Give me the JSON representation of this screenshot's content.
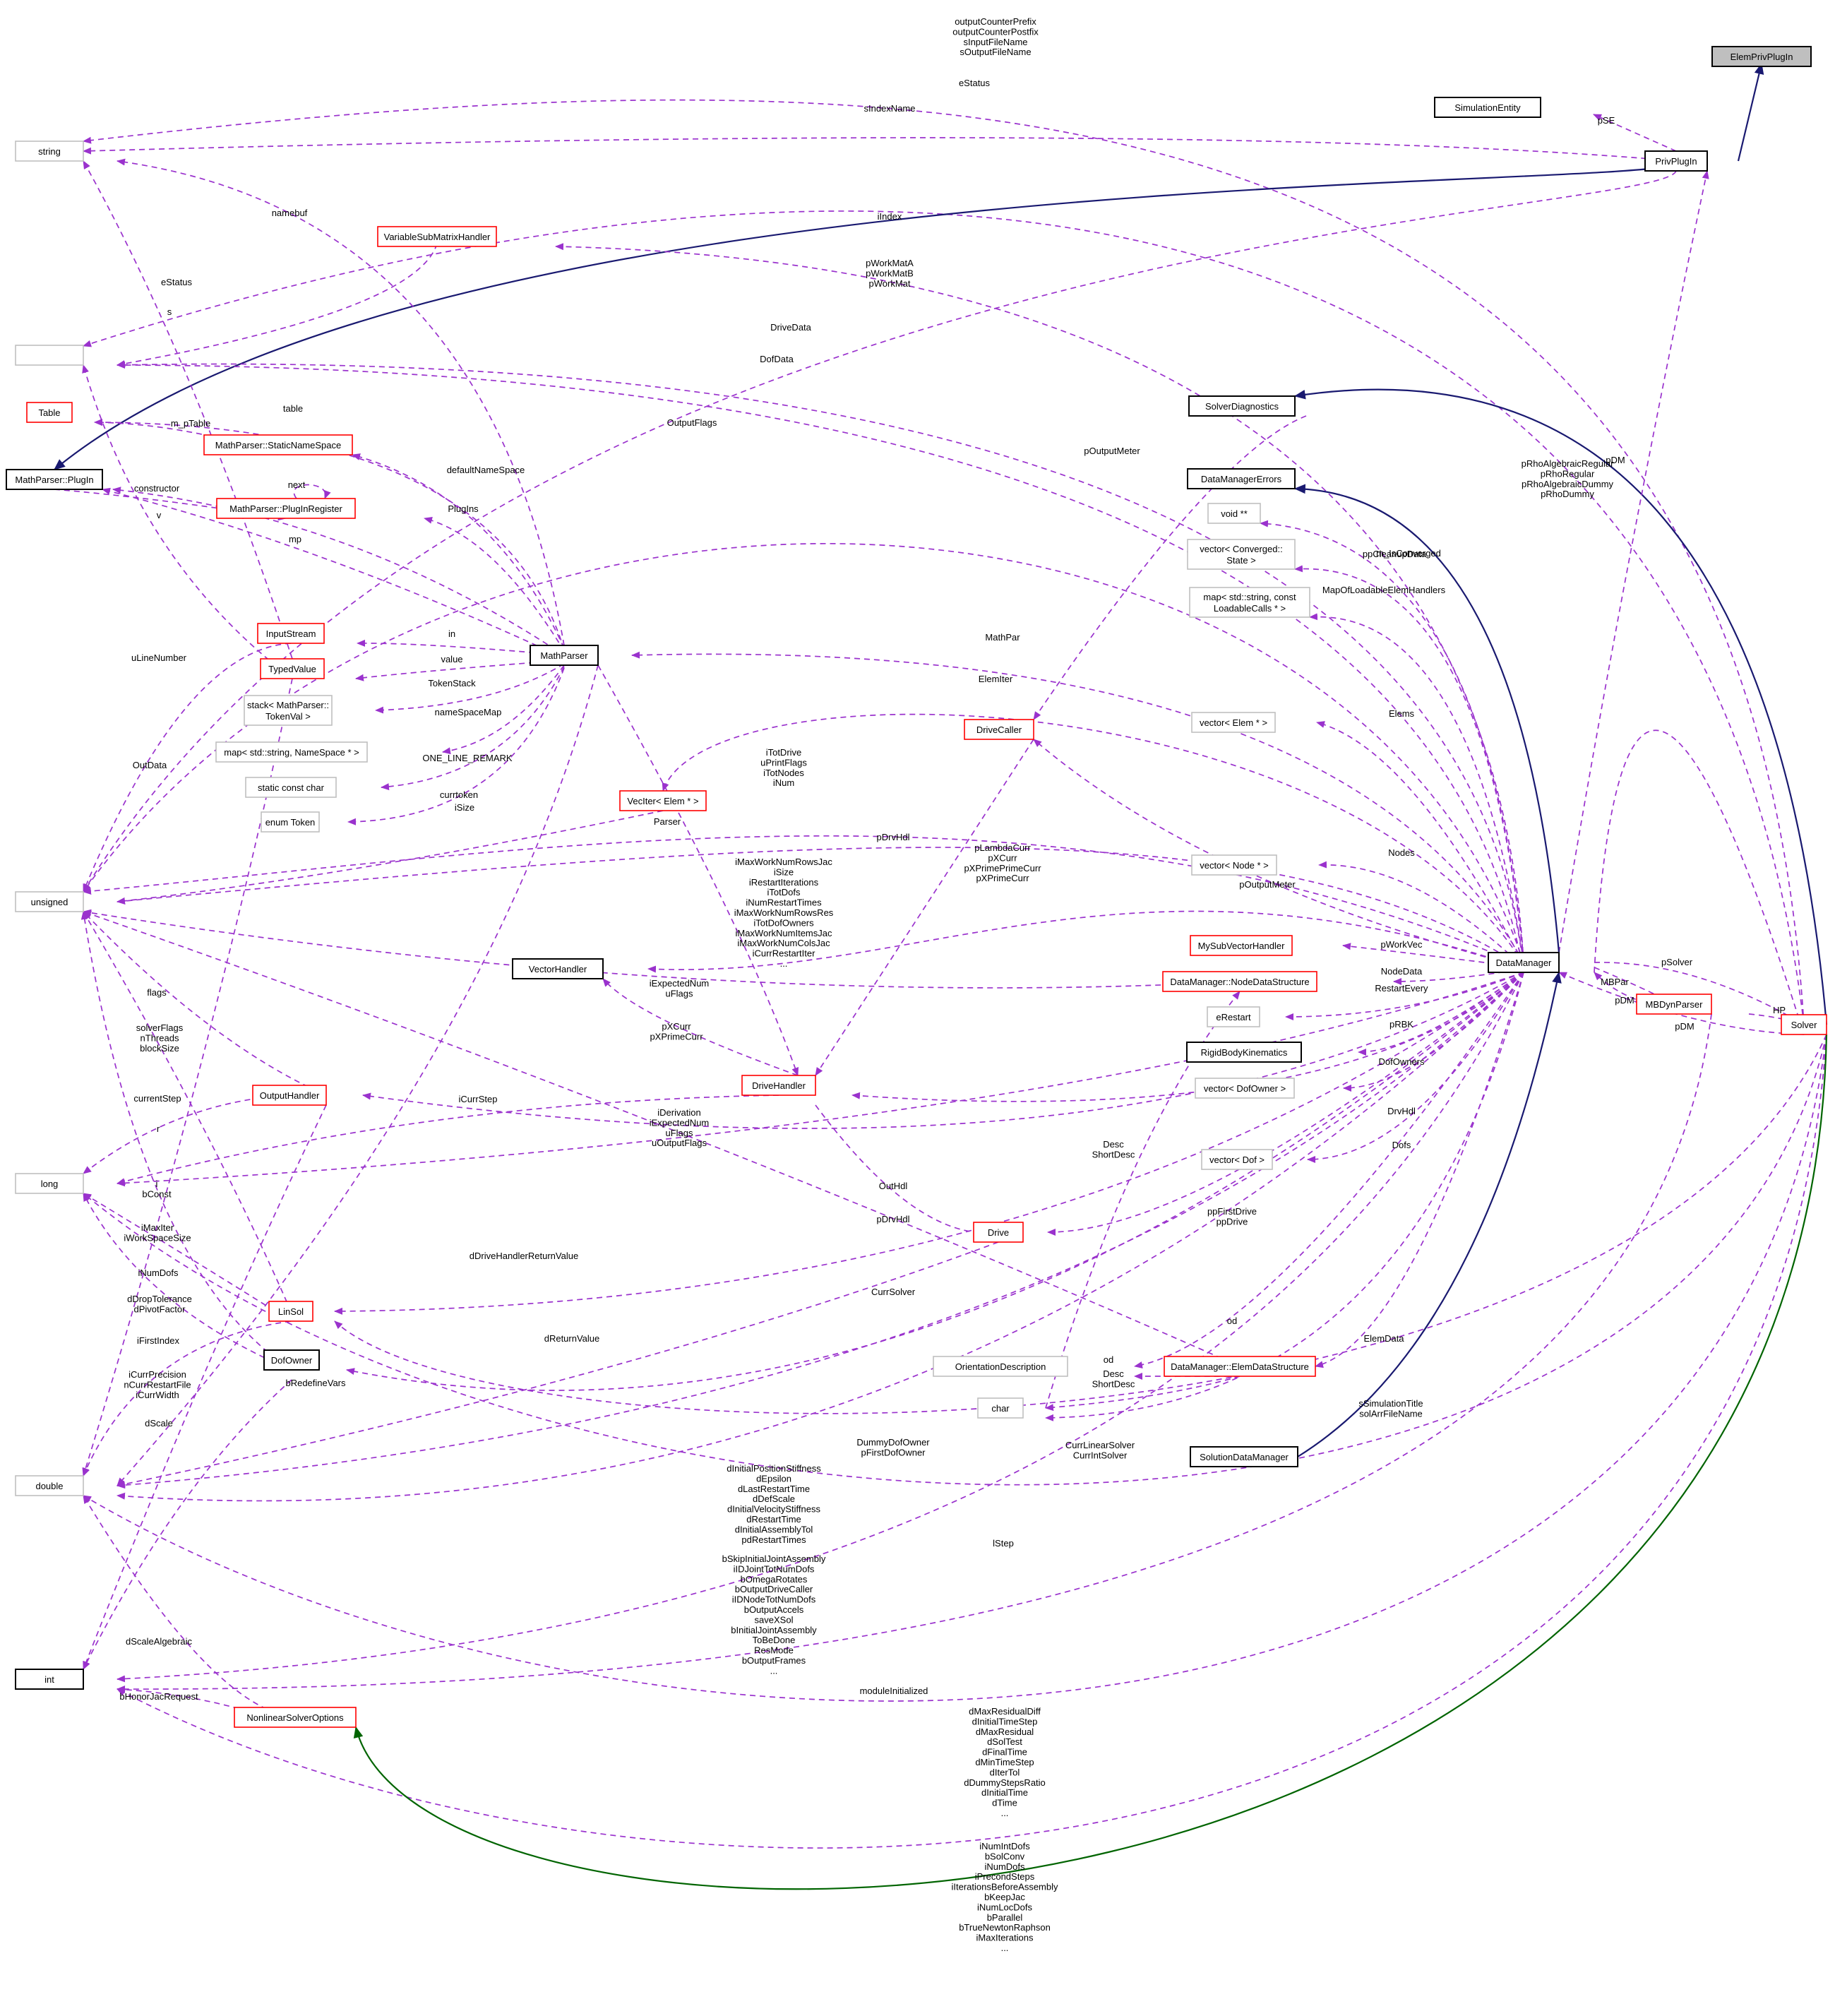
{
  "nodes": [
    {
      "id": "ElemPrivPlugIn",
      "label": "ElemPrivPlugIn",
      "style": "focus"
    },
    {
      "id": "SimulationEntity",
      "label": "SimulationEntity",
      "style": "black"
    },
    {
      "id": "PrivPlugIn",
      "label": "PrivPlugIn",
      "style": "black"
    },
    {
      "id": "string",
      "label": "string",
      "style": "grey"
    },
    {
      "id": "blank",
      "label": "",
      "style": "grey"
    },
    {
      "id": "VariableSubMatrixHandler",
      "label": "VariableSubMatrixHandler",
      "style": "red"
    },
    {
      "id": "Table",
      "label": "Table",
      "style": "red"
    },
    {
      "id": "MPStaticNameSpace",
      "label": "MathParser::StaticNameSpace",
      "style": "red"
    },
    {
      "id": "MPPlugIn",
      "label": "MathParser::PlugIn",
      "style": "black"
    },
    {
      "id": "MPPlugInRegister",
      "label": "MathParser::PlugInRegister",
      "style": "red"
    },
    {
      "id": "SolverDiagnostics",
      "label": "SolverDiagnostics",
      "style": "black"
    },
    {
      "id": "DataManagerErrors",
      "label": "DataManagerErrors",
      "style": "black"
    },
    {
      "id": "voidpp",
      "label": "void **",
      "style": "grey"
    },
    {
      "id": "vecConverged",
      "label": "vector< Converged::\nState >",
      "style": "grey"
    },
    {
      "id": "mapLoadable",
      "label": "map< std::string, const\nLoadableCalls * >",
      "style": "grey"
    },
    {
      "id": "InputStream",
      "label": "InputStream",
      "style": "red"
    },
    {
      "id": "TypedValue",
      "label": "TypedValue",
      "style": "red"
    },
    {
      "id": "MathParser",
      "label": "MathParser",
      "style": "black"
    },
    {
      "id": "stackMP",
      "label": "stack< MathParser::\nTokenVal >",
      "style": "grey"
    },
    {
      "id": "mapNS",
      "label": "map< std::string, NameSpace * >",
      "style": "grey"
    },
    {
      "id": "staticConstChar",
      "label": "static const char",
      "style": "grey"
    },
    {
      "id": "enumToken",
      "label": "enum Token",
      "style": "grey"
    },
    {
      "id": "DriveCaller",
      "label": "DriveCaller",
      "style": "red"
    },
    {
      "id": "vecElem",
      "label": "vector< Elem * >",
      "style": "grey"
    },
    {
      "id": "VecIter",
      "label": "VecIter< Elem * >",
      "style": "red"
    },
    {
      "id": "unsigned",
      "label": "unsigned",
      "style": "grey"
    },
    {
      "id": "vecNode",
      "label": "vector< Node * >",
      "style": "grey"
    },
    {
      "id": "MySubVectorHandler",
      "label": "MySubVectorHandler",
      "style": "red"
    },
    {
      "id": "VectorHandler",
      "label": "VectorHandler",
      "style": "black"
    },
    {
      "id": "DMNodeDS",
      "label": "DataManager::NodeDataStructure",
      "style": "red"
    },
    {
      "id": "DataManager",
      "label": "DataManager",
      "style": "black"
    },
    {
      "id": "MBDynParser",
      "label": "MBDynParser",
      "style": "red"
    },
    {
      "id": "Solver",
      "label": "Solver",
      "style": "red"
    },
    {
      "id": "eRestart",
      "label": "eRestart",
      "style": "grey"
    },
    {
      "id": "RigidBodyKinematics",
      "label": "RigidBodyKinematics",
      "style": "black"
    },
    {
      "id": "vecDofOwner",
      "label": "vector< DofOwner >",
      "style": "grey"
    },
    {
      "id": "DriveHandler",
      "label": "DriveHandler",
      "style": "red"
    },
    {
      "id": "OutputHandler",
      "label": "OutputHandler",
      "style": "red"
    },
    {
      "id": "long",
      "label": "long",
      "style": "grey"
    },
    {
      "id": "vecDof",
      "label": "vector< Dof >",
      "style": "grey"
    },
    {
      "id": "Drive",
      "label": "Drive",
      "style": "red"
    },
    {
      "id": "LinSol",
      "label": "LinSol",
      "style": "red"
    },
    {
      "id": "DofOwner",
      "label": "DofOwner",
      "style": "black"
    },
    {
      "id": "OrientationDescription",
      "label": "OrientationDescription",
      "style": "grey"
    },
    {
      "id": "DMElemDS",
      "label": "DataManager::ElemDataStructure",
      "style": "red"
    },
    {
      "id": "char",
      "label": "char",
      "style": "grey"
    },
    {
      "id": "SolutionDataManager",
      "label": "SolutionDataManager",
      "style": "black"
    },
    {
      "id": "double",
      "label": "double",
      "style": "grey"
    },
    {
      "id": "int",
      "label": "int",
      "style": "black"
    },
    {
      "id": "NonlinearSolverOptions",
      "label": "NonlinearSolverOptions",
      "style": "red"
    }
  ],
  "edges": [
    {
      "from": "PrivPlugIn",
      "to": "ElemPrivPlugIn",
      "kind": "inherit",
      "label": ""
    },
    {
      "from": "SimulationEntity",
      "to": "PrivPlugIn",
      "kind": "use",
      "label": "pSE"
    },
    {
      "from": "string",
      "to": "Solver",
      "kind": "use",
      "label": "outputCounterPrefix\noutputCounterPostfix\nsInputFileName\nsOutputFileName"
    },
    {
      "from": "blank",
      "to": "Solver",
      "kind": "use",
      "label": "eStatus"
    },
    {
      "from": "string",
      "to": "PrivPlugIn",
      "kind": "use",
      "label": "sIndexName"
    },
    {
      "from": "MPPlugIn",
      "to": "PrivPlugIn",
      "kind": "inherit",
      "label": ""
    },
    {
      "from": "unsigned",
      "to": "PrivPlugIn",
      "kind": "use",
      "label": "iIndex"
    },
    {
      "from": "string",
      "to": "MathParser",
      "kind": "use",
      "label": "namebuf"
    },
    {
      "from": "VariableSubMatrixHandler",
      "to": "DataManager",
      "kind": "use",
      "label": "pWorkMatA\npWorkMatB\npWorkMat"
    },
    {
      "from": "blank",
      "to": "VariableSubMatrixHandler",
      "kind": "use",
      "label": "eStatus"
    },
    {
      "from": "string",
      "to": "TypedValue",
      "kind": "use",
      "label": "s"
    },
    {
      "from": "blank",
      "to": "DataManager",
      "kind": "use",
      "label": "DriveData"
    },
    {
      "from": "blank",
      "to": "DataManager",
      "kind": "use",
      "label": "DofData"
    },
    {
      "from": "SolverDiagnostics",
      "to": "Solver",
      "kind": "inherit",
      "label": ""
    },
    {
      "from": "Table",
      "to": "MathParser",
      "kind": "use",
      "label": "table"
    },
    {
      "from": "Table",
      "to": "MPStaticNameSpace",
      "kind": "use",
      "label": "m_pTable"
    },
    {
      "from": "unsigned",
      "to": "DataManager",
      "kind": "use",
      "label": "OutputFlags"
    },
    {
      "from": "MPStaticNameSpace",
      "to": "MathParser",
      "kind": "use",
      "label": "defaultNameSpace"
    },
    {
      "from": "MPPlugIn",
      "to": "MPPlugInRegister",
      "kind": "use",
      "label": "constructor"
    },
    {
      "from": "MPPlugInRegister",
      "to": "MPPlugInRegister",
      "kind": "use",
      "label": "next"
    },
    {
      "from": "MPPlugInRegister",
      "to": "MathParser",
      "kind": "use",
      "label": "PlugIns"
    },
    {
      "from": "MathParser",
      "to": "MPPlugIn",
      "kind": "use",
      "label": "v"
    },
    {
      "from": "MathParser",
      "to": "MPPlugIn",
      "kind": "use",
      "label": "mp"
    },
    {
      "from": "DriveCaller",
      "to": "SolverDiagnostics",
      "kind": "use",
      "label": "pOutputMeter"
    },
    {
      "from": "DataManager",
      "to": "Solver",
      "kind": "use",
      "label": "pRhoAlgebraicRegular\npRhoRegular\npRhoAlgebraicDummy\npRhoDummy"
    },
    {
      "from": "DataManager",
      "to": "PrivPlugIn",
      "kind": "use",
      "label": "pDM"
    },
    {
      "from": "DataManagerErrors",
      "to": "DataManager",
      "kind": "inherit",
      "label": ""
    },
    {
      "from": "voidpp",
      "to": "DataManager",
      "kind": "use",
      "label": "ppCleanupData"
    },
    {
      "from": "vecConverged",
      "to": "DataManager",
      "kind": "use",
      "label": "m_IsConverged"
    },
    {
      "from": "mapLoadable",
      "to": "DataManager",
      "kind": "use",
      "label": "MapOfLoadableElemHandlers"
    },
    {
      "from": "InputStream",
      "to": "MathParser",
      "kind": "use",
      "label": "in"
    },
    {
      "from": "unsigned",
      "to": "InputStream",
      "kind": "use",
      "label": "uLineNumber"
    },
    {
      "from": "TypedValue",
      "to": "MathParser",
      "kind": "use",
      "label": "value"
    },
    {
      "from": "MathParser",
      "to": "DataManager",
      "kind": "use",
      "label": "MathPar"
    },
    {
      "from": "stackMP",
      "to": "MathParser",
      "kind": "use",
      "label": "TokenStack"
    },
    {
      "from": "mapNS",
      "to": "MathParser",
      "kind": "use",
      "label": "nameSpaceMap"
    },
    {
      "from": "staticConstChar",
      "to": "MathParser",
      "kind": "use",
      "label": "ONE_LINE_REMARK"
    },
    {
      "from": "enumToken",
      "to": "MathParser",
      "kind": "use",
      "label": "currtoken"
    },
    {
      "from": "VecIter",
      "to": "DataManager",
      "kind": "use",
      "label": "ElemIter"
    },
    {
      "from": "DriveCaller",
      "to": "DataManager",
      "kind": "use",
      "label": "pOutputMeter"
    },
    {
      "from": "vecElem",
      "to": "DataManager",
      "kind": "use",
      "label": "Elems"
    },
    {
      "from": "unsigned",
      "to": "DataManager",
      "kind": "use",
      "label": "iTotDrive\nuPrintFlags\niTotNodes\niNum"
    },
    {
      "from": "blank",
      "to": "TypedValue",
      "kind": "use",
      "label": "OutData"
    },
    {
      "from": "unsigned",
      "to": "VecIter",
      "kind": "use",
      "label": "iSize"
    },
    {
      "from": "MathParser",
      "to": "DriveHandler",
      "kind": "use",
      "label": "Parser"
    },
    {
      "from": "DriveHandler",
      "to": "DriveCaller",
      "kind": "use",
      "label": "pDrvHdl"
    },
    {
      "from": "unsigned",
      "to": "DataManager",
      "kind": "use",
      "label": "iMaxWorkNumRowsJac\niSize\niRestartIterations\niTotDofs\niNumRestartTimes\niMaxWorkNumRowsRes\niTotDofOwners\niMaxWorkNumItemsJac\niMaxWorkNumColsJac\niCurrRestartIter\n..."
    },
    {
      "from": "VectorHandler",
      "to": "DataManager",
      "kind": "use",
      "label": "pLambdaCurr\npXCurr\npXPrimePrimeCurr\npXPrimeCurr"
    },
    {
      "from": "vecNode",
      "to": "DataManager",
      "kind": "use",
      "label": "Nodes"
    },
    {
      "from": "MySubVectorHandler",
      "to": "DataManager",
      "kind": "use",
      "label": "pWorkVec"
    },
    {
      "from": "DMNodeDS",
      "to": "DataManager",
      "kind": "use",
      "label": "NodeData"
    },
    {
      "from": "unsigned",
      "to": "DMNodeDS",
      "kind": "use",
      "label": "iExpectedNum\nuFlags"
    },
    {
      "from": "DataManager",
      "to": "Solver",
      "kind": "use",
      "label": "pSolver"
    },
    {
      "from": "DataManager",
      "to": "MBDynParser",
      "kind": "use",
      "label": "MBPar"
    },
    {
      "from": "MBDynParser",
      "to": "DataManager",
      "kind": "use",
      "label": "pDM"
    },
    {
      "from": "Solver",
      "to": "DataManager",
      "kind": "use",
      "label": "pDM"
    },
    {
      "from": "MBDynParser",
      "to": "Solver",
      "kind": "use",
      "label": "HP"
    },
    {
      "from": "unsigned",
      "to": "OutputHandler",
      "kind": "use",
      "label": "flags"
    },
    {
      "from": "VectorHandler",
      "to": "DriveHandler",
      "kind": "use",
      "label": "pXCurr\npXPrimeCurr"
    },
    {
      "from": "eRestart",
      "to": "DataManager",
      "kind": "use",
      "label": "RestartEvery"
    },
    {
      "from": "RigidBodyKinematics",
      "to": "DataManager",
      "kind": "use",
      "label": "pRBK"
    },
    {
      "from": "unsigned",
      "to": "LinSol",
      "kind": "use",
      "label": "solverFlags\nnThreads\nblockSize"
    },
    {
      "from": "vecDofOwner",
      "to": "DataManager",
      "kind": "use",
      "label": "DofOwners"
    },
    {
      "from": "long",
      "to": "OutputHandler",
      "kind": "use",
      "label": "currentStep"
    },
    {
      "from": "DriveHandler",
      "to": "DataManager",
      "kind": "use",
      "label": "DrvHdl"
    },
    {
      "from": "long",
      "to": "DriveHandler",
      "kind": "use",
      "label": "iCurrStep"
    },
    {
      "from": "long",
      "to": "DataManager",
      "kind": "use",
      "label": "r"
    },
    {
      "from": "unsigned",
      "to": "DMElemDS",
      "kind": "use",
      "label": "iDerivation\niExpectedNum\nuFlags\nuOutputFlags"
    },
    {
      "from": "char",
      "to": "DMNodeDS",
      "kind": "use",
      "label": "Desc\nShortDesc"
    },
    {
      "from": "vecDof",
      "to": "DataManager",
      "kind": "use",
      "label": "Dofs"
    },
    {
      "from": "double",
      "to": "TypedValue",
      "kind": "use",
      "label": "i\nbConst"
    },
    {
      "from": "OutputHandler",
      "to": "DataManager",
      "kind": "use",
      "label": "OutHdl"
    },
    {
      "from": "long",
      "to": "LinSol",
      "kind": "use",
      "label": "iMaxIter\niWorkSpaceSize"
    },
    {
      "from": "Drive",
      "to": "DataManager",
      "kind": "use",
      "label": "ppFirstDrive\nppDrive"
    },
    {
      "from": "DriveHandler",
      "to": "Drive",
      "kind": "use",
      "label": "pDrvHdl"
    },
    {
      "from": "double",
      "to": "MathParser",
      "kind": "use",
      "label": "dDriveHandlerReturnValue"
    },
    {
      "from": "unsigned",
      "to": "DofOwner",
      "kind": "use",
      "label": "iNumDofs"
    },
    {
      "from": "LinSol",
      "to": "DataManager",
      "kind": "use",
      "label": "CurrSolver"
    },
    {
      "from": "double",
      "to": "LinSol",
      "kind": "use",
      "label": "dDropTolerance\ndPivotFactor"
    },
    {
      "from": "OrientationDescription",
      "to": "DataManager",
      "kind": "use",
      "label": "od"
    },
    {
      "from": "long",
      "to": "DofOwner",
      "kind": "use",
      "label": "iFirstIndex"
    },
    {
      "from": "double",
      "to": "Drive",
      "kind": "use",
      "label": "dReturnValue"
    },
    {
      "from": "OrientationDescription",
      "to": "DMElemDS",
      "kind": "use",
      "label": "od"
    },
    {
      "from": "DMElemDS",
      "to": "DataManager",
      "kind": "use",
      "label": "ElemData"
    },
    {
      "from": "char",
      "to": "DMElemDS",
      "kind": "use",
      "label": "Desc\nShortDesc"
    },
    {
      "from": "int",
      "to": "OutputHandler",
      "kind": "use",
      "label": "iCurrPrecision\nnCurrRestartFile\niCurrWidth"
    },
    {
      "from": "int",
      "to": "DofOwner",
      "kind": "use",
      "label": "bRedefineVars"
    },
    {
      "from": "char",
      "to": "DataManager",
      "kind": "use",
      "label": "sSimulationTitle\nsolArrFileName"
    },
    {
      "from": "SolutionDataManager",
      "to": "DataManager",
      "kind": "inherit",
      "label": ""
    },
    {
      "from": "double",
      "to": "DataManager",
      "kind": "use",
      "label": "dScale"
    },
    {
      "from": "DofOwner",
      "to": "DataManager",
      "kind": "use",
      "label": "DummyDofOwner\npFirstDofOwner"
    },
    {
      "from": "LinSol",
      "to": "Solver",
      "kind": "use",
      "label": "CurrLinearSolver\nCurrIntSolver"
    },
    {
      "from": "double",
      "to": "DataManager",
      "kind": "use",
      "label": "dInitialPositionStiffness\ndEpsilon\ndLastRestartTime\ndDefScale\ndInitialVelocityStiffness\ndRestartTime\ndInitialAssemblyTol\npdRestartTimes"
    },
    {
      "from": "long",
      "to": "Solver",
      "kind": "use",
      "label": "lStep"
    },
    {
      "from": "int",
      "to": "DataManager",
      "kind": "use",
      "label": "bSkipInitialJointAssembly\niIDJointTotNumDofs\nbOmegaRotates\nbOutputDriveCaller\niIDNodeTotNumDofs\nbOutputAccels\nsaveXSol\nbInitialJointAssembly\nToBeDone\nResMode\nbOutputFrames\n..."
    },
    {
      "from": "double",
      "to": "NonlinearSolverOptions",
      "kind": "use",
      "label": "dScaleAlgebraic"
    },
    {
      "from": "int",
      "to": "NonlinearSolverOptions",
      "kind": "use",
      "label": "bHonorJacRequest"
    },
    {
      "from": "int",
      "to": "MBDynParser",
      "kind": "use",
      "label": "moduleInitialized"
    },
    {
      "from": "double",
      "to": "Solver",
      "kind": "use",
      "label": "dMaxResidualDiff\ndInitialTimeStep\ndMaxResidual\ndSolTest\ndFinalTime\ndMinTimeStep\ndIterTol\ndDummyStepsRatio\ndInitialTime\ndTime\n..."
    },
    {
      "from": "int",
      "to": "Solver",
      "kind": "use",
      "label": "iNumIntDofs\nbSolConv\niNumDofs\niPrecondSteps\niIterationsBeforeAssembly\nbKeepJac\niNumLocDofs\nbParallel\nbTrueNewtonRaphson\niMaxIterations\n..."
    },
    {
      "from": "NonlinearSolverOptions",
      "to": "Solver",
      "kind": "inherit_green",
      "label": ""
    }
  ],
  "colors": {
    "use_edge": "#9a32cd",
    "inherit_edge": "#191970",
    "inherit_edge_alt": "#006400",
    "red_border": "#ff0000",
    "grey_border": "#bfbfbf",
    "focus_fill": "#bfbfbf"
  }
}
